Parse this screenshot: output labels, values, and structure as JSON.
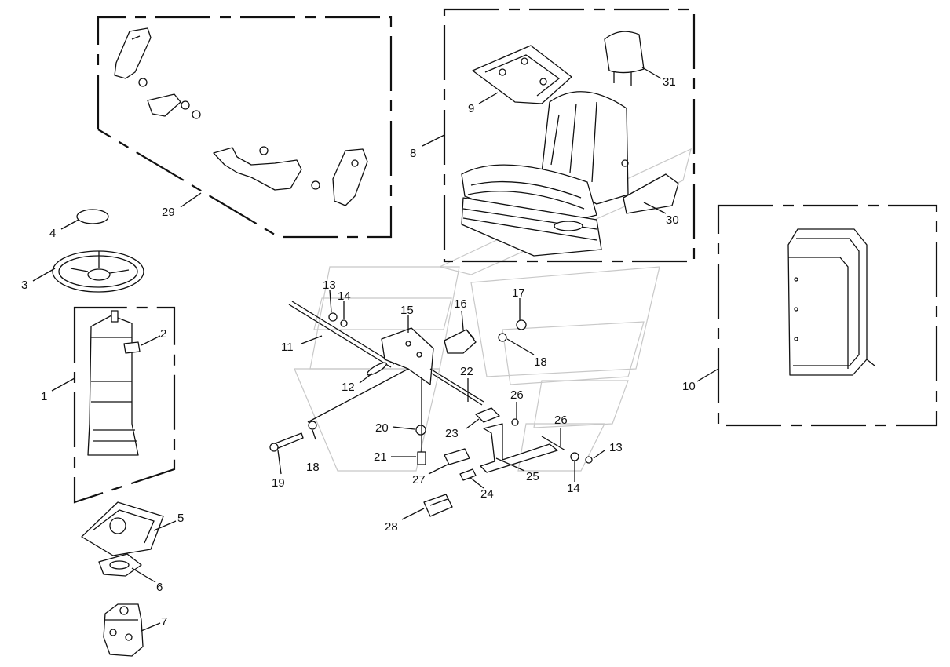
{
  "callouts": [
    {
      "id": "c1",
      "text": "1"
    },
    {
      "id": "c2",
      "text": "2"
    },
    {
      "id": "c3",
      "text": "3"
    },
    {
      "id": "c4",
      "text": "4"
    },
    {
      "id": "c5",
      "text": "5"
    },
    {
      "id": "c6",
      "text": "6"
    },
    {
      "id": "c7",
      "text": "7"
    },
    {
      "id": "c8",
      "text": "8"
    },
    {
      "id": "c9",
      "text": "9"
    },
    {
      "id": "c10",
      "text": "10"
    },
    {
      "id": "c11",
      "text": "11"
    },
    {
      "id": "c12",
      "text": "12"
    },
    {
      "id": "c13a",
      "text": "13"
    },
    {
      "id": "c13b",
      "text": "13"
    },
    {
      "id": "c14a",
      "text": "14"
    },
    {
      "id": "c14b",
      "text": "14"
    },
    {
      "id": "c15",
      "text": "15"
    },
    {
      "id": "c16",
      "text": "16"
    },
    {
      "id": "c17",
      "text": "17"
    },
    {
      "id": "c18a",
      "text": "18"
    },
    {
      "id": "c18b",
      "text": "18"
    },
    {
      "id": "c19",
      "text": "19"
    },
    {
      "id": "c20",
      "text": "20"
    },
    {
      "id": "c21",
      "text": "21"
    },
    {
      "id": "c22",
      "text": "22"
    },
    {
      "id": "c23",
      "text": "23"
    },
    {
      "id": "c24",
      "text": "24"
    },
    {
      "id": "c25",
      "text": "25"
    },
    {
      "id": "c26a",
      "text": "26"
    },
    {
      "id": "c26b",
      "text": "26"
    },
    {
      "id": "c27",
      "text": "27"
    },
    {
      "id": "c28",
      "text": "28"
    },
    {
      "id": "c29",
      "text": "29"
    },
    {
      "id": "c30",
      "text": "30"
    },
    {
      "id": "c31",
      "text": "31"
    }
  ]
}
